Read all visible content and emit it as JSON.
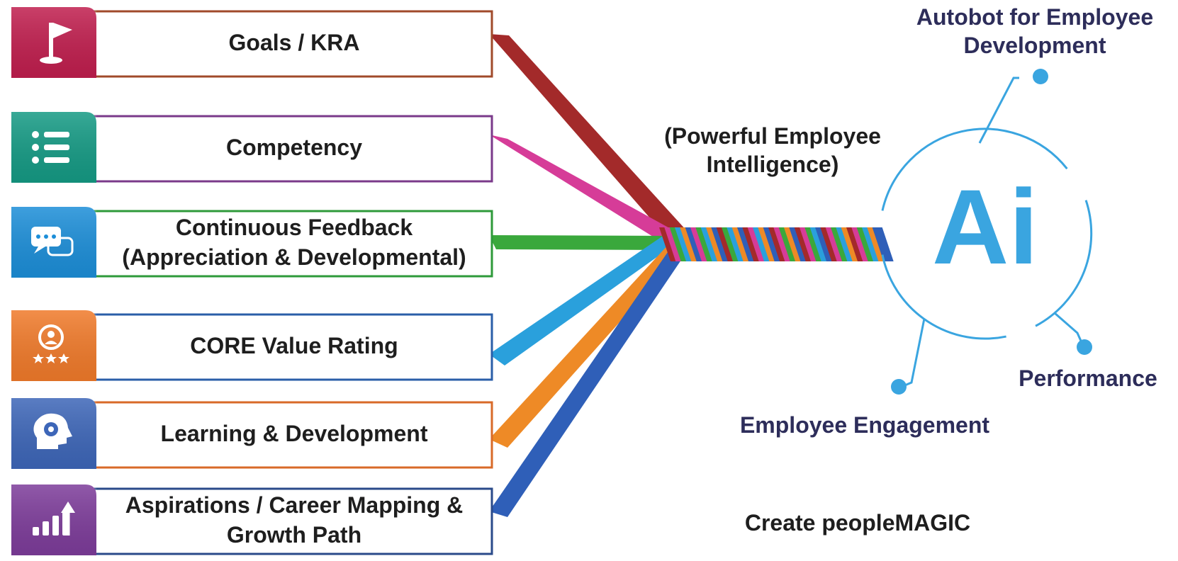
{
  "rows": [
    {
      "label": "Goals / KRA",
      "icon": "flag-icon",
      "color": "#c01e4e",
      "border": "#a04a2a"
    },
    {
      "label": "Competency",
      "icon": "list-icon",
      "color": "#159a84",
      "border": "#7a3a8a"
    },
    {
      "label": "Continuous Feedback\n(Appreciation & Developmental)",
      "icon": "chat-bubbles-icon",
      "color": "#1c8ed8",
      "border": "#2e9a3a"
    },
    {
      "label": "CORE Value Rating",
      "icon": "user-rating-icon",
      "color": "#f07a2a",
      "border": "#2a5ea8"
    },
    {
      "label": "Learning & Development",
      "icon": "brain-gear-icon",
      "color": "#3d66b8",
      "border": "#d86a28"
    },
    {
      "label": "Aspirations / Career Mapping &\nGrowth Path",
      "icon": "growth-chart-icon",
      "color": "#7d3c9a",
      "border": "#2a4a8a"
    }
  ],
  "ribbon_colors": [
    "#a32a2a",
    "#d63c98",
    "#3aa83c",
    "#2aa0dc",
    "#ee8a26",
    "#2f5fb8"
  ],
  "center_label": "(Powerful Employee\nIntelligence)",
  "ai_text": "Ai",
  "ai_color": "#3aa5e0",
  "callouts": {
    "top": "Autobot for Employee\nDevelopment",
    "right": "Performance",
    "bottom": "Employee Engagement"
  },
  "footer": "Create peopleMAGIC"
}
